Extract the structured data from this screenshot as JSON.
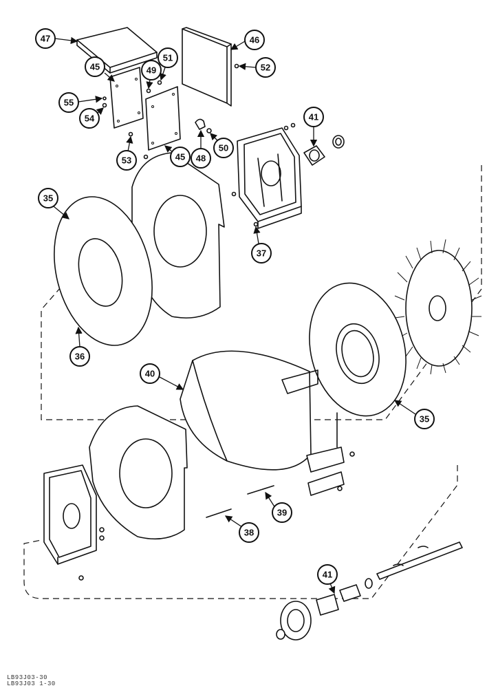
{
  "callouts": {
    "c47": "47",
    "c46": "46",
    "c45a": "45",
    "c49": "49",
    "c51": "51",
    "c52": "52",
    "c55": "55",
    "c54": "54",
    "c53": "53",
    "c45b": "45",
    "c48": "48",
    "c50": "50",
    "c41a": "41",
    "c35a": "35",
    "c37": "37",
    "c36": "36",
    "c40": "40",
    "c35b": "35",
    "c39": "39",
    "c38": "38",
    "c41b": "41"
  },
  "footer": {
    "line1": "LB93J03-30",
    "line2": "LB93J03 1-30"
  }
}
